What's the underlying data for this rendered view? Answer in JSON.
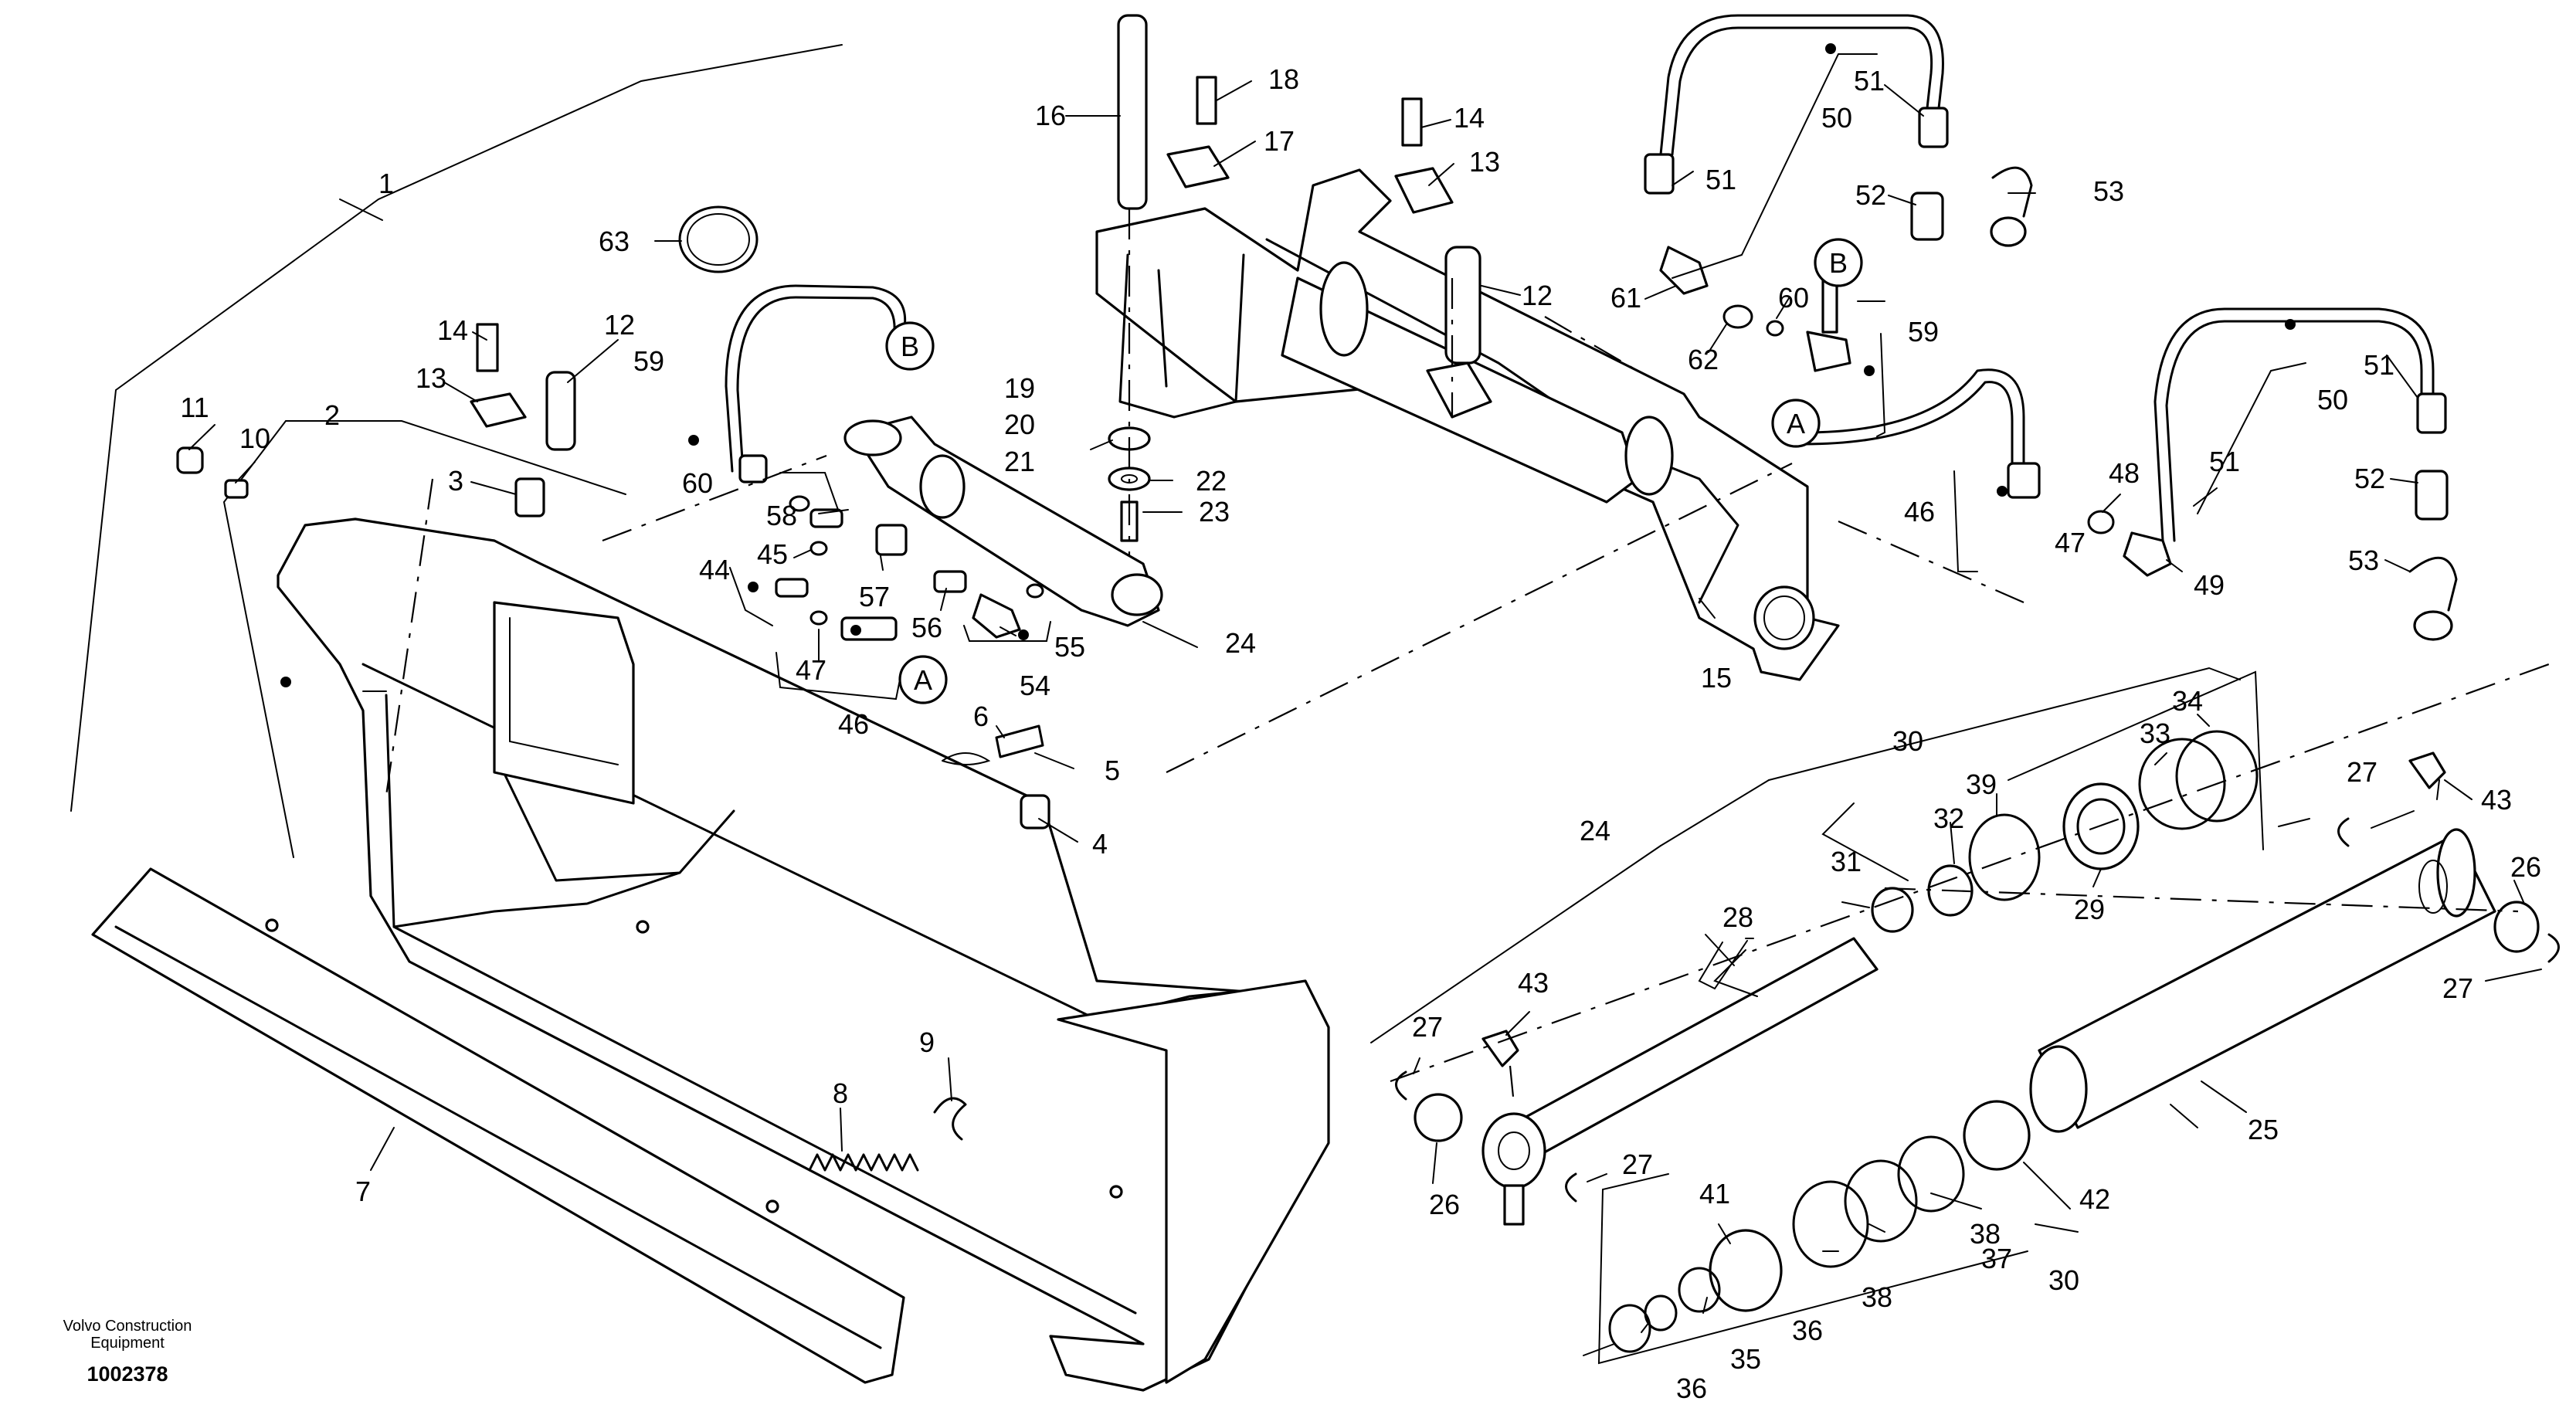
{
  "footer": {
    "brand_line1": "Volvo Construction",
    "brand_line2": "Equipment",
    "drawing_number": "1002378"
  },
  "callouts": {
    "c1": "1",
    "c2": "2",
    "c3": "3",
    "c4": "4",
    "c5": "5",
    "c6": "6",
    "c7": "7",
    "c8": "8",
    "c9": "9",
    "c10": "10",
    "c11": "11",
    "c12a": "12",
    "c12b": "12",
    "c13a": "13",
    "c13b": "13",
    "c14a": "14",
    "c14b": "14",
    "c15": "15",
    "c16": "16",
    "c17": "17",
    "c18": "18",
    "c19": "19",
    "c20": "20",
    "c21": "21",
    "c22": "22",
    "c23": "23",
    "c24a": "24",
    "c24b": "24",
    "c25": "25",
    "c26a": "26",
    "c26b": "26",
    "c27a": "27",
    "c27b": "27",
    "c27c": "27",
    "c27d": "27",
    "c28": "28",
    "c29": "29",
    "c30a": "30",
    "c30b": "30",
    "c31": "31",
    "c32": "32",
    "c33": "33",
    "c34": "34",
    "c35": "35",
    "c36a": "36",
    "c36b": "36",
    "c37": "37",
    "c38a": "38",
    "c38b": "38",
    "c39": "39",
    "c41": "41",
    "c42": "42",
    "c43a": "43",
    "c43b": "43",
    "c44": "44",
    "c45": "45",
    "c46a": "46",
    "c46b": "46",
    "c47a": "47",
    "c47b": "47",
    "c48": "48",
    "c49": "49",
    "c50a": "50",
    "c50b": "50",
    "c51a": "51",
    "c51b": "51",
    "c51c": "51",
    "c51d": "51",
    "c52a": "52",
    "c52b": "52",
    "c53a": "53",
    "c53b": "53",
    "c54": "54",
    "c55": "55",
    "c56": "56",
    "c57": "57",
    "c58": "58",
    "c59a": "59",
    "c59b": "59",
    "c60a": "60",
    "c60b": "60",
    "c61": "61",
    "c62": "62",
    "c63": "63"
  },
  "connectors": {
    "a1": "A",
    "a2": "A",
    "b1": "B",
    "b2": "B"
  }
}
